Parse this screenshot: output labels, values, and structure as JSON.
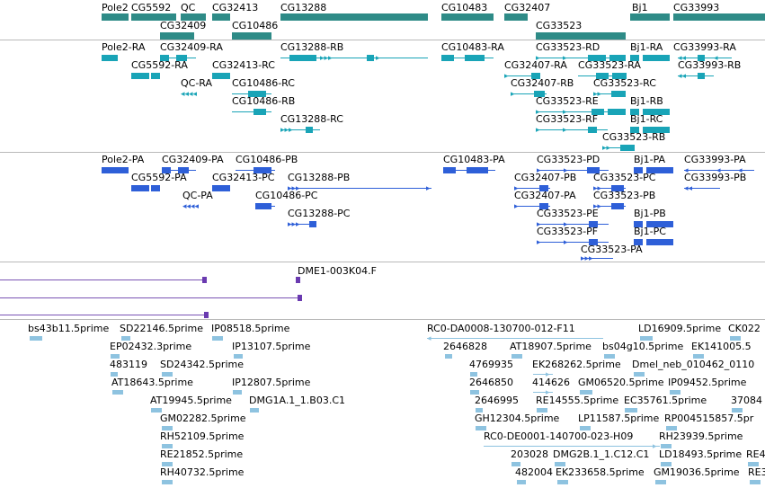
{
  "genes": {
    "labels": [
      "Pole2",
      "CG5592",
      "QC",
      "CG32413",
      "CG13288",
      "CG10483",
      "CG32407",
      "Bj1",
      "CG33993",
      "CG32409",
      "CG10486",
      "CG33523"
    ]
  },
  "transcripts": {
    "labels": [
      "Pole2-RA",
      "CG32409-RA",
      "CG13288-RB",
      "CG10483-RA",
      "CG33523-RD",
      "Bj1-RA",
      "CG33993-RA",
      "CG5592-RA",
      "CG32413-RC",
      "CG32407-RA",
      "CG33523-RA",
      "CG33993-RB",
      "QC-RA",
      "CG10486-RC",
      "CG32407-RB",
      "CG33523-RC",
      "CG10486-RB",
      "CG33523-RE",
      "Bj1-RB",
      "CG13288-RC",
      "CG33523-RF",
      "Bj1-RC",
      "CG33523-RB"
    ]
  },
  "peptides": {
    "labels": [
      "Pole2-PA",
      "CG32409-PA",
      "CG10486-PB",
      "CG10483-PA",
      "CG33523-PD",
      "Bj1-PA",
      "CG33993-PA",
      "CG5592-PA",
      "CG32413-PC",
      "CG13288-PB",
      "CG32407-PB",
      "CG33523-PC",
      "CG33993-PB",
      "QC-PA",
      "CG10486-PC",
      "CG32407-PA",
      "CG33523-PB",
      "CG13288-PC",
      "CG33523-PE",
      "Bj1-PB",
      "CG33523-PF",
      "Bj1-PC",
      "CG33523-PA"
    ]
  },
  "clones": {
    "labels": [
      "DME1-003K04.F"
    ]
  },
  "ests": {
    "labels": [
      "bs43b11.5prime",
      "SD22146.5prime",
      "IP08518.5prime",
      "RC0-DA0008-130700-012-F11",
      "LD16909.5prime",
      "CK022",
      "EP02432.3prime",
      "IP13107.5prime",
      "2646828",
      "AT18907.5prime",
      "bs04g10.5prime",
      "EK141005.5",
      "483119",
      "SD24342.5prime",
      "4769935",
      "EK268262.5prime",
      "Dmel_neb_010462_0110",
      "AT18643.5prime",
      "IP12807.5prime",
      "2646850",
      "414626",
      "GM06520.5prime",
      "IP09452.5prime",
      "AT19945.5prime",
      "DMG1A.1_1.B03.C1",
      "2646995",
      "RE14555.5prime",
      "EC35761.5prime",
      "37084",
      "GM02282.5prime",
      "GH12304.5prime",
      "LP11587.5prime",
      "RP004515857.5pr",
      "RH52109.5prime",
      "RC0-DE0001-140700-023-H09",
      "RH23939.5prime",
      "RE21852.5prime",
      "203028",
      "DMG2B.1_1.C12.C1",
      "LD18493.5prime",
      "RE4",
      "RH40732.5prime",
      "482004",
      "EK233658.5prime",
      "GM19036.5prime",
      "RE3"
    ]
  }
}
